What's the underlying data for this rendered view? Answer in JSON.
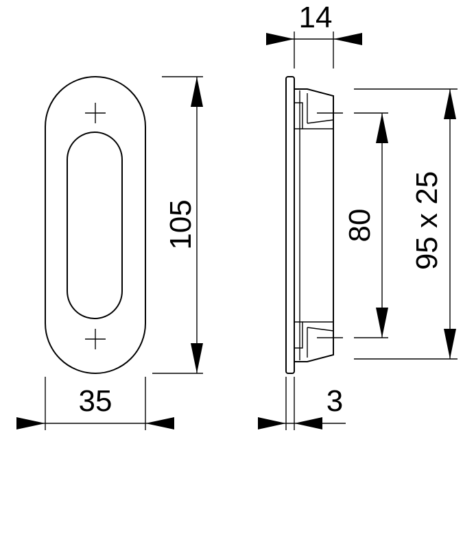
{
  "dimensions": {
    "depth": "14",
    "height": "105",
    "width": "35",
    "plate_thickness": "3",
    "screw_spacing": "80",
    "cutout": "95 x 25"
  },
  "colors": {
    "line": "#000000",
    "background": "#ffffff"
  }
}
